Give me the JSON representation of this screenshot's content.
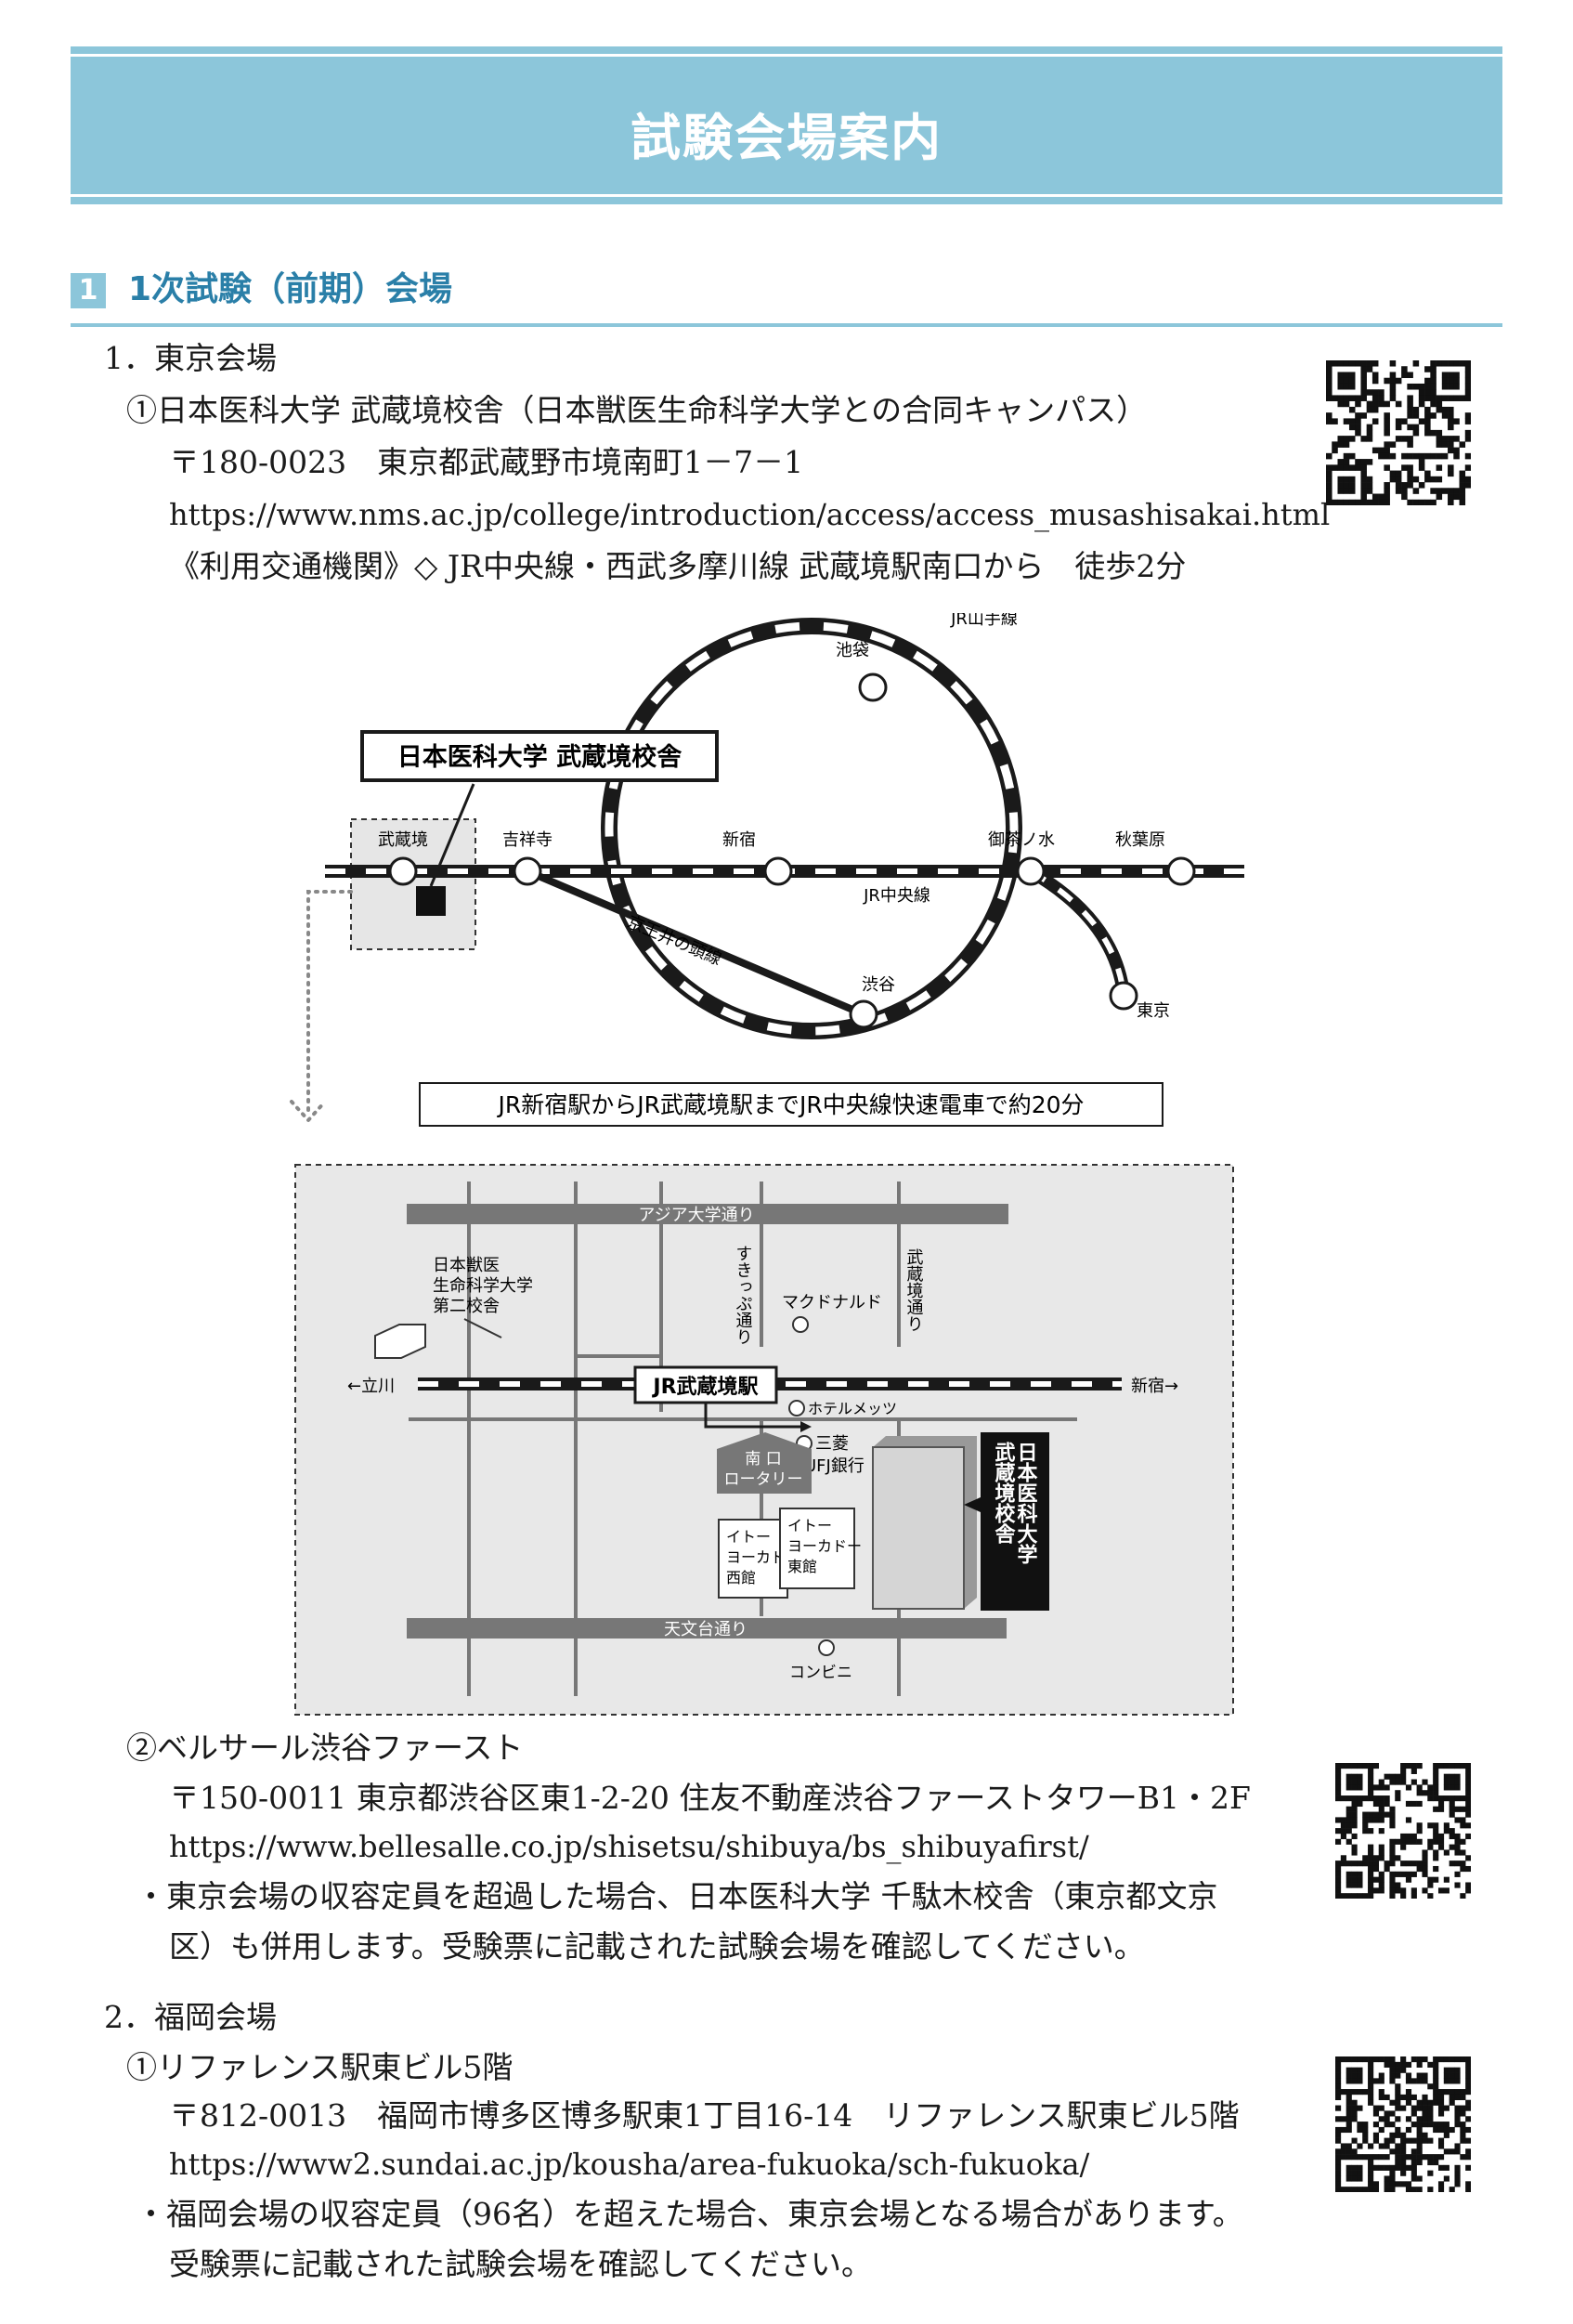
{
  "header": {
    "title": "試験会場案内"
  },
  "section": {
    "number": "1",
    "title": "1次試験（前期）会場"
  },
  "tokyo": {
    "heading": "1．東京会場",
    "venue1": {
      "name": "①日本医科大学 武蔵境校舎（日本獣医生命科学大学との合同キャンパス）",
      "address": "〒180-0023　東京都武蔵野市境南町1－7－1",
      "url": "https://www.nms.ac.jp/college/introduction/access/access_musashisakai.html",
      "access": "《利用交通機関》◇ JR中央線・西武多摩川線 武蔵境駅南口から　徒歩2分"
    },
    "venue2": {
      "name": "②ベルサール渋谷ファースト",
      "address": "〒150-0011 東京都渋谷区東1-2-20 住友不動産渋谷ファーストタワーB1・2F",
      "url": "https://www.bellesalle.co.jp/shisetsu/shibuya/bs_shibuyafirst/",
      "note1": "・東京会場の収容定員を超過した場合、日本医科大学 千駄木校舎（東京都文京",
      "note2": "区）も併用します。受験票に記載された試験会場を確認してください。"
    }
  },
  "fukuoka": {
    "heading": "2．福岡会場",
    "venue1": {
      "name": "①リファレンス駅東ビル5階",
      "address": "〒812-0013　福岡市博多区博多駅東1丁目16-14　リファレンス駅東ビル5階",
      "url": "https://www2.sundai.ac.jp/kousha/area-fukuoka/sch-fukuoka/",
      "note1": "・福岡会場の収容定員（96名）を超えた場合、東京会場となる場合があります。",
      "note2": "受験票に記載された試験会場を確認してください。"
    }
  },
  "route_map": {
    "campus_label": "日本医科大学 武蔵境校舎",
    "yamanote": "JR山手線",
    "chuo": "JR中央線",
    "keio": "京王井の頭線",
    "stations": {
      "musashisakai": "武蔵境",
      "kichijoji": "吉祥寺",
      "shinjuku": "新宿",
      "ikebukuro": "池袋",
      "ochanomizu": "御茶ノ水",
      "akihabara": "秋葉原",
      "shibuya": "渋谷",
      "tokyo": "東京"
    },
    "note": "JR新宿駅からJR武蔵境駅までJR中央線快速電車で約20分"
  },
  "area_map": {
    "asia_st": "アジア大学通り",
    "sukippu_st": "すきっぷ通り",
    "musashisakai_st": "武蔵境通り",
    "tenmondai_st": "天文台通り",
    "vet_univ": [
      "日本獣医",
      "生命科学大学",
      "第二校舎"
    ],
    "mcdonalds": "マクドナルド",
    "tachikawa": "←立川",
    "shinjuku": "新宿→",
    "station": "JR武蔵境駅",
    "hotel": "ホテルメッツ",
    "bank": [
      "三菱",
      "UFJ銀行"
    ],
    "rotary": [
      "南 口",
      "ロータリー"
    ],
    "ito_west": [
      "イトー",
      "ヨーカドー",
      "西館"
    ],
    "ito_east": [
      "イトー",
      "ヨーカドー",
      "東館"
    ],
    "campus_vertical": [
      "日本医科大学",
      "武蔵境校舎"
    ],
    "convenience": "コンビニ"
  }
}
